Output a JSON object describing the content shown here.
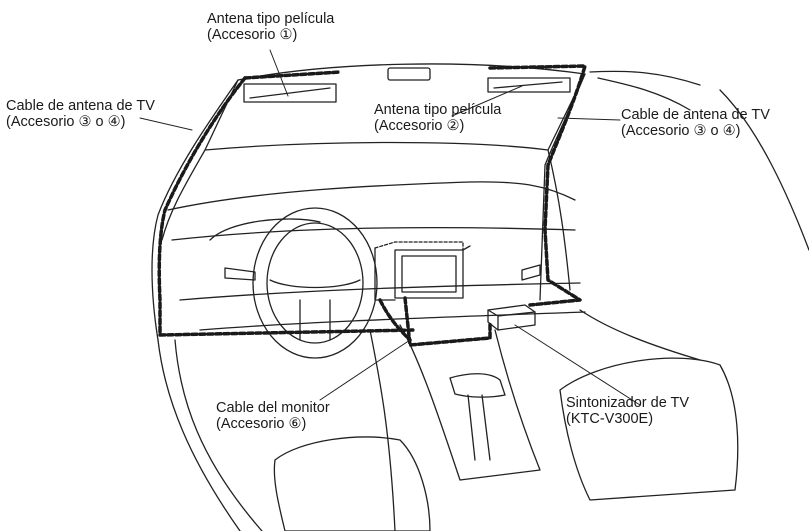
{
  "labels": {
    "film_antenna_1": {
      "line1": "Antena tipo película",
      "line2": "(Accesorio ①)"
    },
    "tv_cable_left": {
      "line1": "Cable de antena de TV",
      "line2": "(Accesorio ③ o ④)"
    },
    "film_antenna_2": {
      "line1": "Antena tipo película",
      "line2": "(Accesorio ②)"
    },
    "tv_cable_right": {
      "line1": "Cable de antena de TV",
      "line2": "(Accesorio ③ o ④)"
    },
    "monitor_cable": {
      "line1": "Cable del monitor",
      "line2": "(Accesorio ⑥)"
    },
    "tv_tuner": {
      "line1": "Sintonizador de TV",
      "line2": "(KTC-V300E)"
    }
  },
  "colors": {
    "line": "#222222",
    "cable": "#1a1a1a",
    "text": "#1a1a1a"
  }
}
